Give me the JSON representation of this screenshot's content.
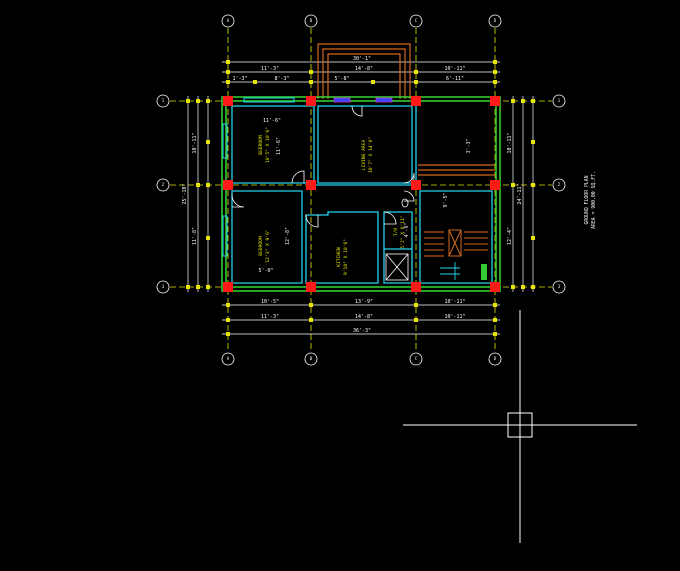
{
  "plan": {
    "title": "GROUND FLOOR PLAN",
    "area": "AREA = 900.00 SQ.FT."
  },
  "grid": {
    "columns": [
      "A",
      "B",
      "C",
      "D"
    ],
    "rows": [
      "1",
      "2",
      "3"
    ]
  },
  "rooms": [
    {
      "name": "BEDROOM",
      "size": "10'5\" X 10'6\""
    },
    {
      "name": "LIVING AREA",
      "size": "10'7\" X 14'0\""
    },
    {
      "name": "BEDROOM",
      "size": "12'3\" X 9'6\""
    },
    {
      "name": "KITCHEN",
      "size": "9'10\" X 10'6\""
    },
    {
      "name": "T/O",
      "size": "5'2\" X 6'11\""
    }
  ],
  "dimensions": {
    "top_overall": "30'-1\"",
    "top_row": [
      "11'-3\"",
      "14'-8\"",
      "10'-11\""
    ],
    "top_inner": [
      "1'-3\"",
      "8'-3\"",
      "5'-8\"",
      "6'-11\""
    ],
    "bottom_row_1": [
      "10'-5\"",
      "13'-9\"",
      "10'-11\""
    ],
    "bottom_row_2": [
      "11'-3\"",
      "14'-8\"",
      "10'-11\""
    ],
    "bottom_overall": "36'-3\"",
    "left_overall": "25'-10\"",
    "left_parts": [
      "10'-11\"",
      "11'-8\""
    ],
    "right_overall": "24'-11\"",
    "right_parts": [
      "10'-11\"",
      "12'-4\""
    ],
    "interior": [
      "11'-6\"",
      "11'-6\"",
      "3'-3\"",
      "12'-8\"",
      "5'-0\"",
      "4'-9\"",
      "9'-5\""
    ]
  }
}
